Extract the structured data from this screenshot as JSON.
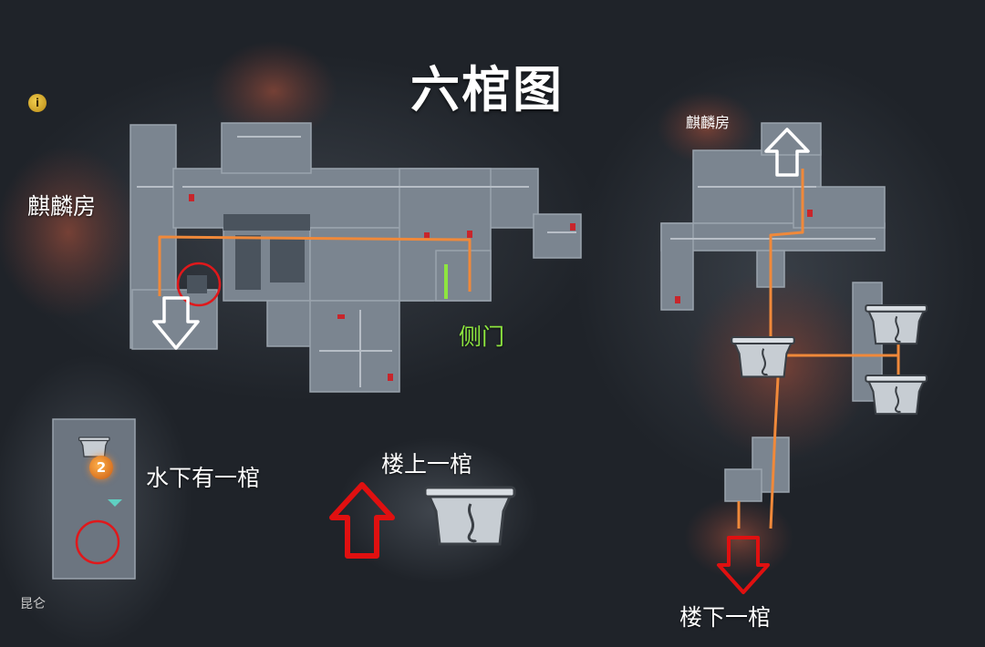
{
  "title": "六棺图",
  "labels": {
    "qilin_left": "麒麟房",
    "qilin_right": "麒麟房",
    "side_door": "侧门",
    "underwater": "水下有一棺",
    "upstairs": "楼上一棺",
    "downstairs": "楼下一棺",
    "bottom_left_partial": "昆仑"
  },
  "badge_count": "2",
  "coin_symbol": "i",
  "colors": {
    "background": "#1f2329",
    "room": "#7b8590",
    "route_line": "#f0893a",
    "marker_circle": "#e0181b",
    "red_arrow": "#e01010",
    "side_door_green": "#8ee63f",
    "qilin_room": "#6e3c34"
  },
  "icons": [
    "coffin-icon",
    "up-arrow-icon",
    "down-arrow-icon",
    "red-circle-marker",
    "side-door-marker"
  ]
}
